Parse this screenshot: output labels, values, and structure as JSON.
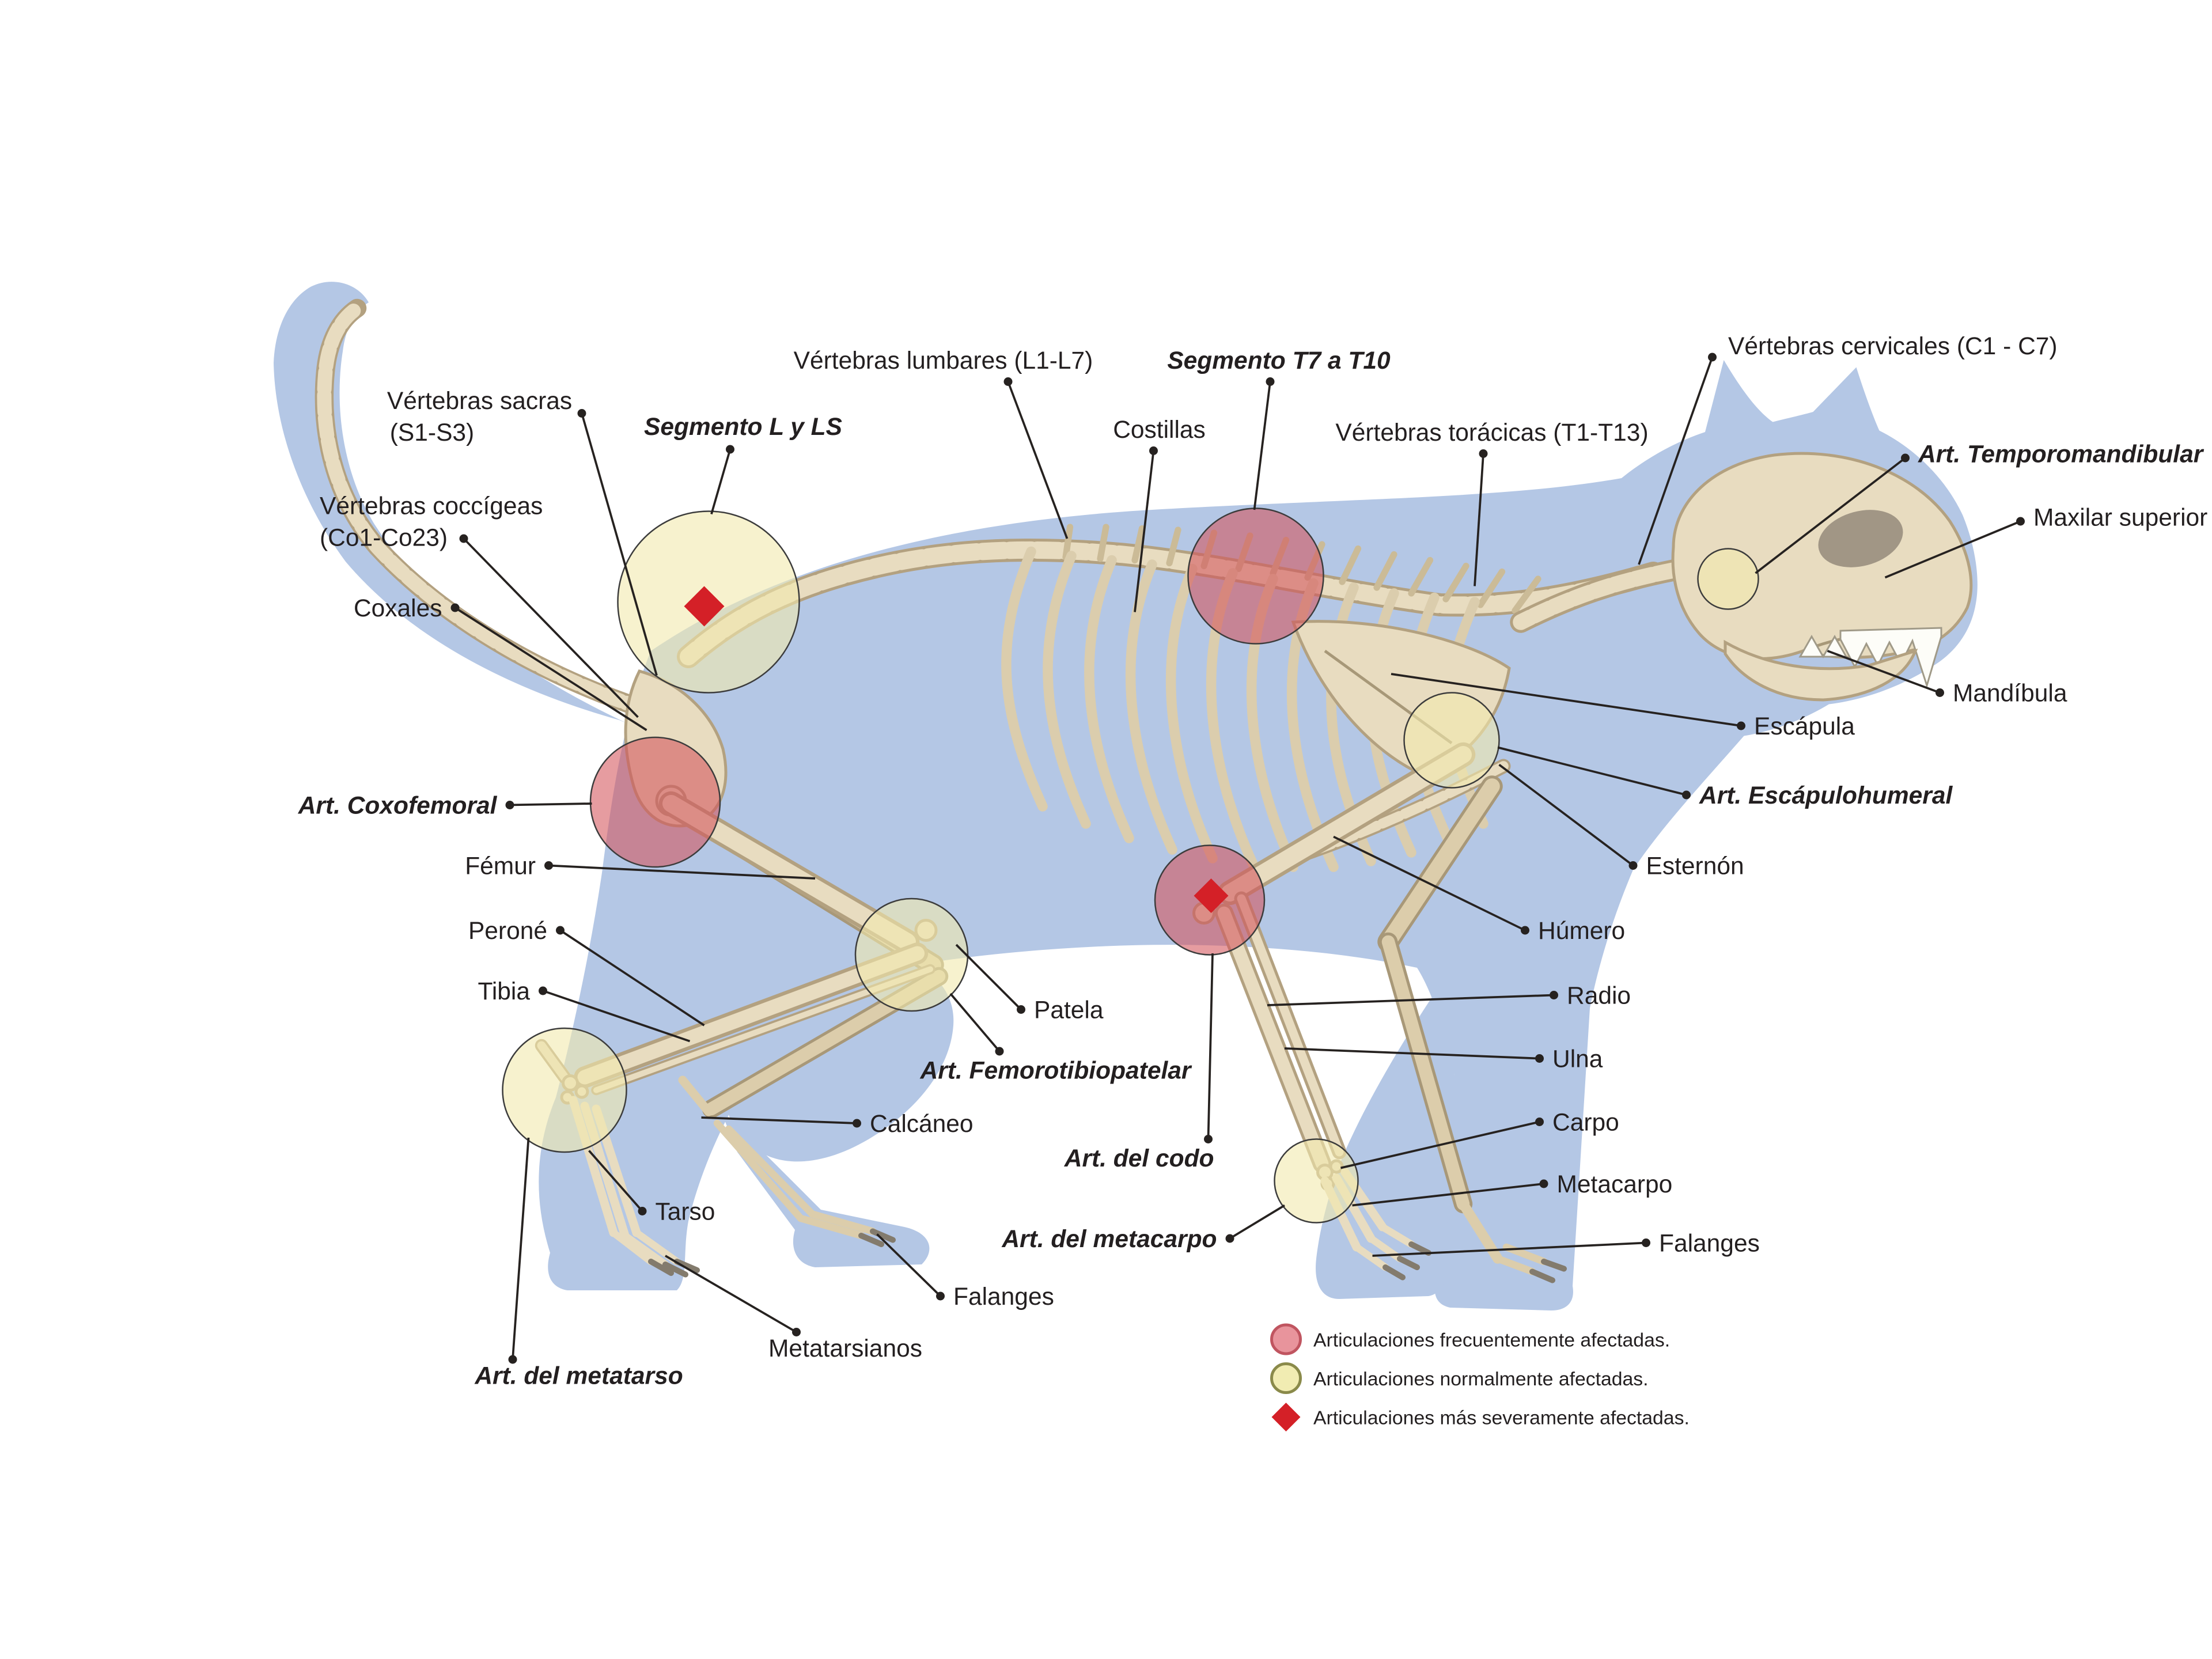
{
  "labels": {
    "vertebras_lumbares": "Vértebras lumbares (L1-L7)",
    "segmento_t7": "Segmento T7 a T10",
    "vertebras_cervicales": "Vértebras cervicales (C1 - C7)",
    "vertebras_sacras_l1": "Vértebras sacras",
    "vertebras_sacras_l2": "(S1-S3)",
    "segmento_l_ls": "Segmento L y LS",
    "costillas": "Costillas",
    "vertebras_toracicas": "Vértebras torácicas (T1-T13)",
    "art_temporomandibular": "Art. Temporomandibular",
    "maxilar_superior": "Maxilar superior",
    "vertebras_coccigeas_l1": "Vértebras coccígeas",
    "vertebras_coccigeas_l2": "(Co1-Co23)",
    "coxales": "Coxales",
    "mandibula": "Mandíbula",
    "escapula": "Escápula",
    "art_coxofemoral": "Art. Coxofemoral",
    "art_escapulohumeral": "Art. Escápulohumeral",
    "femur": "Fémur",
    "esternon": "Esternón",
    "perone": "Peroné",
    "humero": "Húmero",
    "tibia": "Tibia",
    "radio": "Radio",
    "patela": "Patela",
    "ulna": "Ulna",
    "art_femorotibiopatelar": "Art. Femorotibiopatelar",
    "carpo": "Carpo",
    "calcaneo": "Calcáneo",
    "metacarpo": "Metacarpo",
    "art_del_codo": "Art. del codo",
    "art_del_metacarpo": "Art. del metacarpo",
    "falanges_delanteras": "Falanges",
    "tarso": "Tarso",
    "falanges_traseras": "Falanges",
    "metatarsianos": "Metatarsianos",
    "art_del_metatarso": "Art. del metatarso"
  },
  "legend": {
    "frecuentemente": "Articulaciones frecuentemente afectadas.",
    "normalmente": "Articulaciones normalmente afectadas.",
    "severamente": "Articulaciones más severamente afectadas."
  },
  "colors": {
    "silhouette": "#b4c7e5",
    "bone_fill": "#e8dcc0",
    "bone_outline": "#b3a180",
    "zone_red": "#d4545c",
    "zone_yellow": "#f1e9ae",
    "diamond_red": "#d42027",
    "legend_red_fill": "#e8949c",
    "legend_red_stroke": "#c05560",
    "legend_yellow_fill": "#f1ecb2",
    "legend_yellow_stroke": "#8a8a4a",
    "text": "#231f20"
  }
}
